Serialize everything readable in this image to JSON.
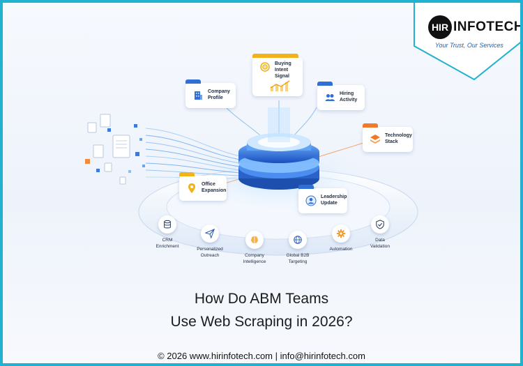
{
  "brand": {
    "logo_mark": "HIR",
    "name": "INFOTECH",
    "tagline": "Your Trust, Our Services"
  },
  "cards": [
    {
      "id": "company-profile",
      "label": "Company\nProfile",
      "icon": "building-icon",
      "color": "#2f6fd6"
    },
    {
      "id": "buying-intent",
      "label": "Buying\nIntent Signal",
      "icon": "target-icon",
      "color": "#f2b21c"
    },
    {
      "id": "hiring-activity",
      "label": "Hiring\nActivity",
      "icon": "people-icon",
      "color": "#2f6fd6"
    },
    {
      "id": "technology-stack",
      "label": "Technology\nStack",
      "icon": "layers-icon",
      "color": "#f07a2a"
    },
    {
      "id": "office-expansion",
      "label": "Office\nExpansion",
      "icon": "location-pin-icon",
      "color": "#f2b21c"
    },
    {
      "id": "leadership-update",
      "label": "Leadership\nUpdate",
      "icon": "person-icon",
      "color": "#2f6fd6"
    }
  ],
  "features": [
    {
      "id": "crm-enrichment",
      "label": "CRM\nEnrichment",
      "icon": "database-icon"
    },
    {
      "id": "personalized-outreach",
      "label": "Personalized\nOutreach",
      "icon": "paper-plane-icon"
    },
    {
      "id": "company-intelligence",
      "label": "Company\nIntelligence",
      "icon": "brain-icon"
    },
    {
      "id": "global-b2b-targeting",
      "label": "Global B2B\nTargeting",
      "icon": "globe-icon"
    },
    {
      "id": "automation",
      "label": "Automation",
      "icon": "gear-icon"
    },
    {
      "id": "data-validation",
      "label": "Data\nValidation",
      "icon": "shield-check-icon"
    }
  ],
  "headline": {
    "line1": "How Do ABM Teams",
    "line2": "Use Web Scraping in 2026?"
  },
  "footer": "© 2026 www.hirinfotech.com | info@hirinfotech.com",
  "colors": {
    "border": "#22b2cf",
    "accent_blue": "#2f6fd6",
    "accent_orange": "#f07a2a",
    "accent_yellow": "#f2b21c"
  }
}
